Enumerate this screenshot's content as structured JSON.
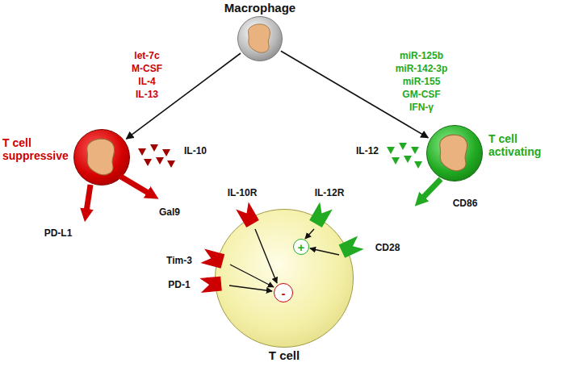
{
  "diagram": {
    "nodes": [
      {
        "text": [
          "Macrophage"
        ]
      },
      {
        "text": [
          "T cell suppressive"
        ]
      },
      {
        "text": [
          "T cell activating"
        ]
      },
      {
        "text": [
          "T cell"
        ]
      },
      {
        "text": [
          "+"
        ],
        "in": 3
      },
      {
        "text": [
          "-"
        ],
        "in": 3
      }
    ],
    "edges": [
      {
        "from": 0,
        "to": 1,
        "arrow": "to"
      },
      {
        "from": 0,
        "to": 2,
        "arrow": "to"
      }
    ],
    "labels": [
      "let-7c",
      "M-CSF",
      "IL-4",
      "IL-13",
      "miR-125b",
      "miR-142-3p",
      "miR-155",
      "GM-CSF",
      "IFN-γ",
      "IL-10",
      "Gal9",
      "PD-L1",
      "IL-12",
      "CD86",
      "IL-10R",
      "IL-12R",
      "Tim-3",
      "PD-1",
      "CD28"
    ]
  }
}
